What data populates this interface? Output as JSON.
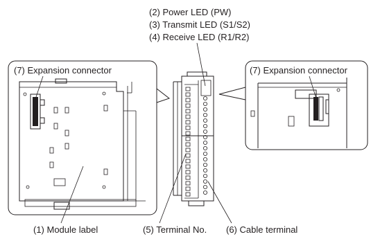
{
  "labels": {
    "power_led": "(2) Power LED (PW)",
    "transmit_led": "(3) Transmit LED (S1/S2)",
    "receive_led": "(4) Receive LED (R1/R2)",
    "expansion_left": "(7) Expansion connector",
    "expansion_right": "(7) Expansion connector",
    "module_label": "(1) Module label",
    "terminal_no": "(5) Terminal No.",
    "cable_terminal": "(6) Cable terminal"
  },
  "colors": {
    "line": "#231f20",
    "background": "#ffffff"
  }
}
